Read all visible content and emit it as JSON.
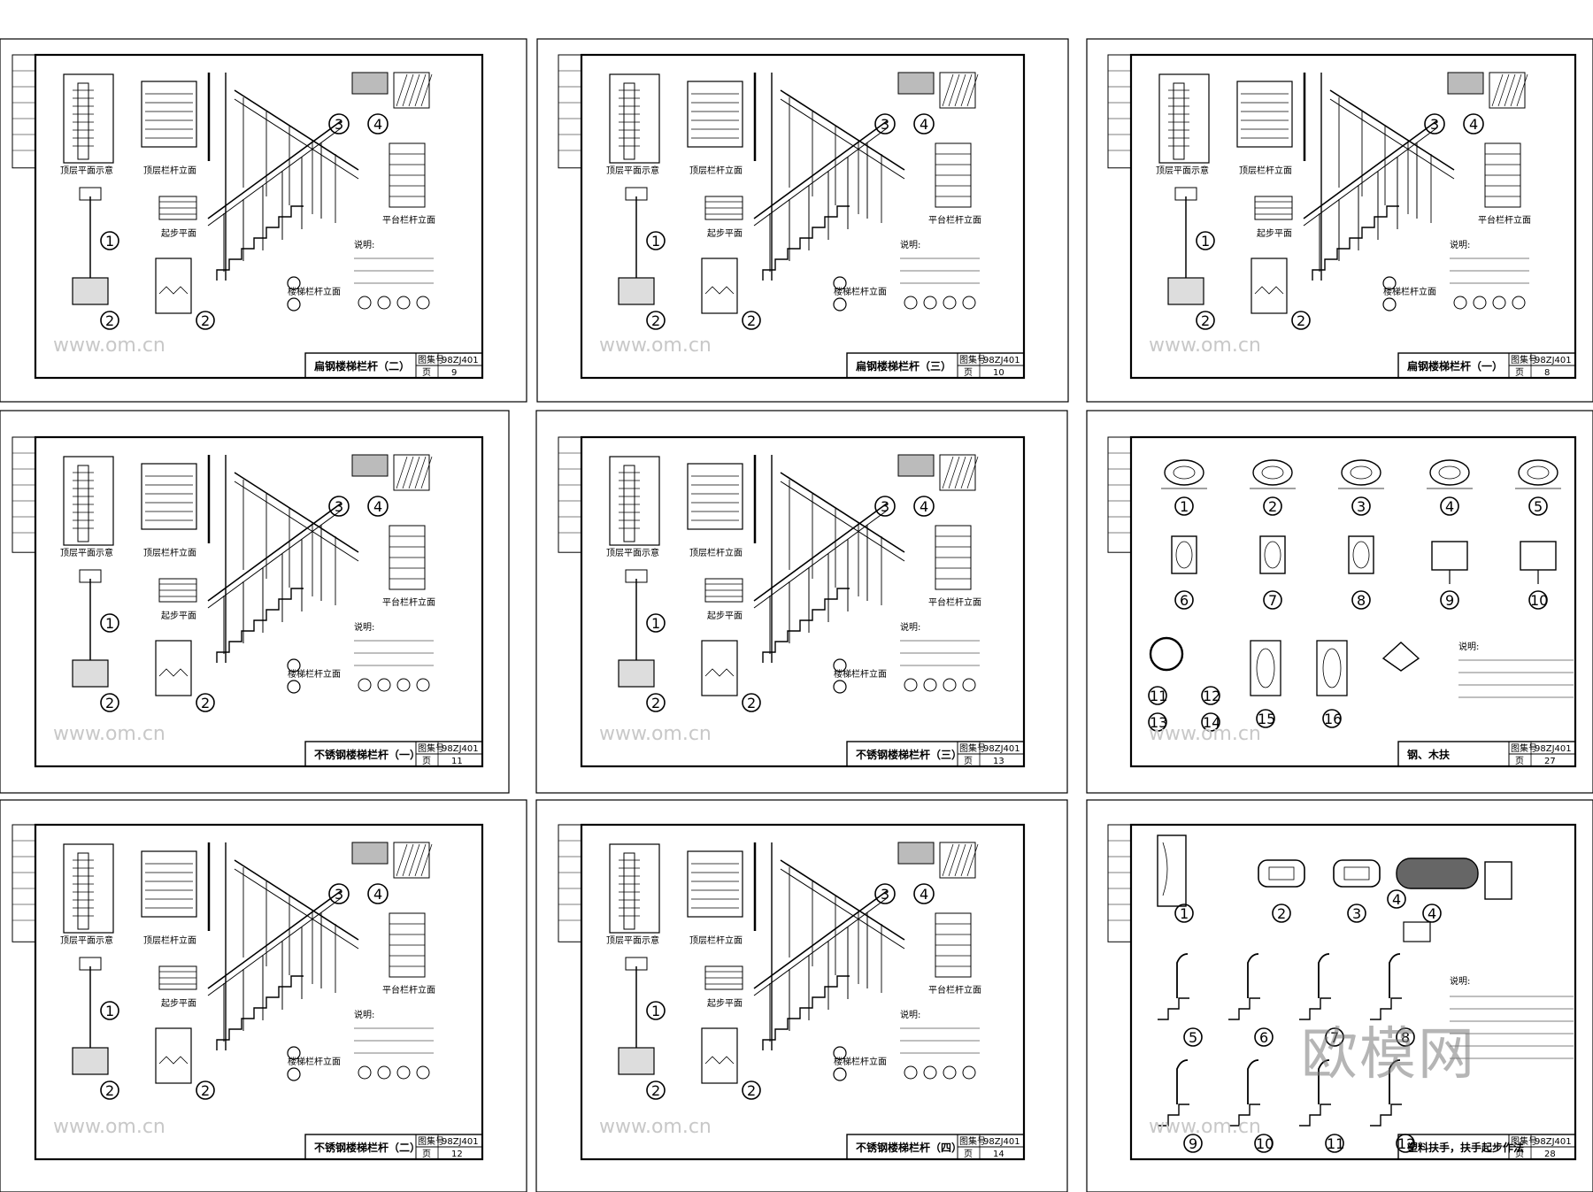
{
  "watermark": {
    "big_text": "欧模网",
    "site_text": "www.om.cn"
  },
  "labels": {
    "top_floor_plan": "顶层平面示意",
    "top_floor_elevation": "顶层栏杆立面",
    "start_plan": "起步平面",
    "platform_elevation": "平台栏杆立面",
    "stair_elevation": "楼梯栏杆立面",
    "notes_title": "说明:",
    "atlas_no_label": "图集号",
    "page_label": "页",
    "atlas_no": "98ZJ401"
  },
  "sheets": [
    {
      "title": "扁钢楼梯栏杆（二）",
      "page": "9"
    },
    {
      "title": "扁钢楼梯栏杆（三）",
      "page": "10"
    },
    {
      "title": "扁钢楼梯栏杆（一）",
      "page": "8"
    },
    {
      "title": "不锈钢楼梯栏杆（一）",
      "page": "11"
    },
    {
      "title": "不锈钢楼梯栏杆（三）",
      "page": "13"
    },
    {
      "title": "钢、木扶",
      "page": "27"
    },
    {
      "title": "不锈钢楼梯栏杆（二）",
      "page": "12"
    },
    {
      "title": "不锈钢楼梯栏杆（四）",
      "page": "14"
    },
    {
      "title": "塑料扶手，扶手起步作法",
      "page": "28"
    }
  ],
  "detail_numbers": [
    "1",
    "2",
    "3",
    "4",
    "5",
    "6",
    "7",
    "8",
    "9",
    "10",
    "11",
    "12",
    "13",
    "14",
    "15",
    "16"
  ]
}
